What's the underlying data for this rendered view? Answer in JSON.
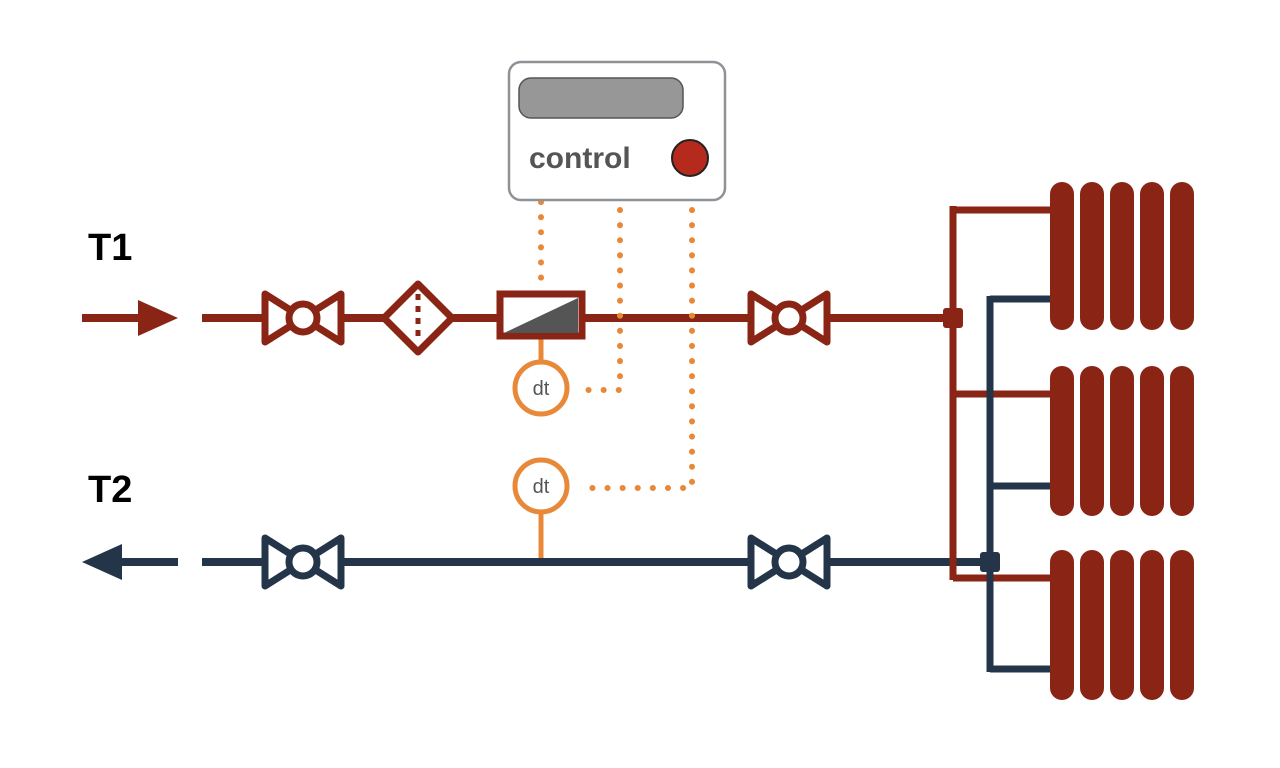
{
  "labels": {
    "supply": "T1",
    "return": "T2",
    "controller": "control",
    "sensor_supply": "dt",
    "sensor_return": "dt"
  },
  "colors": {
    "supply_pipe": "#8a2415",
    "return_pipe": "#243449",
    "signal": "#e8893a",
    "controller_border": "#8e9296",
    "display": "#979797",
    "indicator": "#b52a1c",
    "label_text": "#000000",
    "controller_text": "#555555",
    "sensor_text": "#555555"
  },
  "icons": {
    "supply_arrow": "arrow-right-icon",
    "return_arrow": "arrow-left-icon",
    "valve": "gate-valve-icon",
    "filter": "strainer-icon",
    "control_valve": "actuated-valve-icon",
    "sensor": "temperature-sensor-icon",
    "radiator": "radiator-icon"
  }
}
